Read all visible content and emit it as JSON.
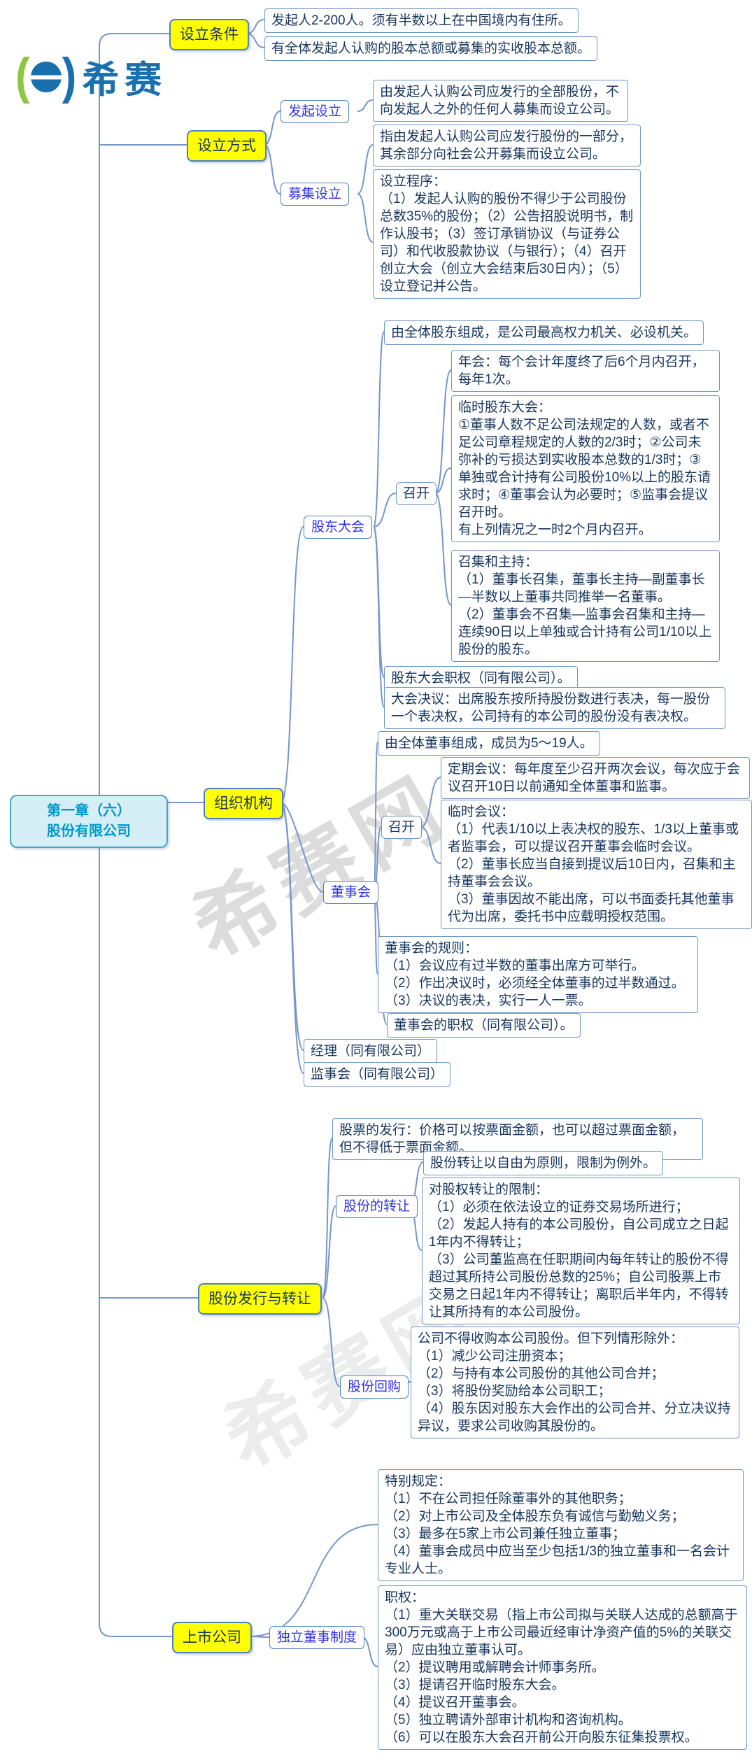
{
  "brand": {
    "name": "希赛",
    "mark": "e"
  },
  "watermark": "希赛网",
  "colors": {
    "accent_yellow": "#ffff00",
    "node_border_blue": "#4f81bd",
    "leaf_border_blue": "#6e96c5",
    "connector_blue": "#7596c8",
    "text_dark_navy": "#17365d",
    "subtopic_text_blue": "#3232e6",
    "root_fill_cyan": "#d6eef6",
    "root_text_blue": "#0099cc",
    "logo_blue": "#1a6fad",
    "logo_green": "#8dc63f"
  },
  "map": {
    "root": {
      "title": "第一章（六）\n股份有限公司"
    },
    "setup_conditions": {
      "label": "设立条件",
      "note1": "发起人2-200人。须有半数以上在中国境内有住所。",
      "note2": "有全体发起人认购的股本总额或募集的实收股本总额。"
    },
    "setup_methods": {
      "label": "设立方式",
      "sponsor": {
        "label": "发起设立",
        "note": "由发起人认购公司应发行的全部股份，不向发起人之外的任何人募集而设立公司。"
      },
      "raise": {
        "label": "募集设立",
        "note1": "指由发起人认购公司应发行股份的一部分，其余部分向社会公开募集而设立公司。",
        "note2": "设立程序：\n（1）发起人认购的股份不得少于公司股份总数35%的股份；（2）公告招股说明书，制作认股书；（3）签订承销协议（与证券公司）和代收股款协议（与银行）；（4）召开创立大会（创立大会结束后30日内）；（5）设立登记并公告。"
      }
    },
    "organization": {
      "label": "组织机构",
      "shareholders_meeting": {
        "label": "股东大会",
        "composition": "由全体股东组成，是公司最高权力机关、必设机关。",
        "convene": {
          "label": "召开",
          "annual": "年会：每个会计年度终了后6个月内召开，每年1次。",
          "interim": "临时股东大会：\n①董事人数不足公司法规定的人数，或者不足公司章程规定的人数的2/3时；②公司未弥补的亏损达到实收股本总数的1/3时；③单独或合计持有公司股份10%以上的股东请求时；④董事会认为必要时；⑤监事会提议召开时。\n有上列情况之一时2个月内召开。",
          "host": "召集和主持：\n（1）董事长召集，董事长主持—副董事长—半数以上董事共同推举一名董事。\n（2）董事会不召集—监事会召集和主持—连续90日以上单独或合计持有公司1/10以上股份的股东。"
        },
        "powers": "股东大会职权（同有限公司）。",
        "resolution": "大会决议：出席股东按所持股份数进行表决，每一股份一个表决权，公司持有的本公司的股份没有表决权。"
      },
      "board": {
        "label": "董事会",
        "composition": "由全体董事组成，成员为5～19人。",
        "convene": {
          "label": "召开",
          "regular": "定期会议：每年度至少召开两次会议，每次应于会议召开10日以前通知全体董事和监事。",
          "interim": "临时会议：\n（1）代表1/10以上表决权的股东、1/3以上董事或者监事会，可以提议召开董事会临时会议。\n（2）董事长应当自接到提议后10日内，召集和主持董事会会议。\n（3）董事因故不能出席，可以书面委托其他董事代为出席，委托书中应载明授权范围。"
        },
        "rules": "董事会的规则：\n（1）会议应有过半数的董事出席方可举行。\n（2）作出决议时，必须经全体董事的过半数通过。\n（3）决议的表决，实行一人一票。",
        "powers": "董事会的职权（同有限公司）。"
      },
      "manager": "经理（同有限公司）",
      "supervisors": "监事会（同有限公司）"
    },
    "shares": {
      "label": "股份发行与转让",
      "issue": "股票的发行：价格可以按票面金额，也可以超过票面金额，但不得低于票面金额。",
      "transfer": {
        "label": "股份的转让",
        "principle": "股份转让以自由为原则，限制为例外。",
        "limits": "对股权转让的限制：\n（1）必须在依法设立的证券交易场所进行；\n（2）发起人持有的本公司股份，自公司成立之日起1年内不得转让；\n（3）公司董监高在任职期间内每年转让的股份不得超过其所持公司股份总数的25%；自公司股票上市交易之日起1年内不得转让；离职后半年内，不得转让其所持有的本公司股份。"
      },
      "buyback": {
        "label": "股份回购",
        "note": "公司不得收购本公司股份。但下列情形除外：\n（1）减少公司注册资本；\n（2）与持有本公司股份的其他公司合并；\n（3）将股份奖励给本公司职工；\n（4）股东因对股东大会作出的公司合并、分立决议持异议，要求公司收购其股份的。"
      }
    },
    "listed": {
      "label": "上市公司",
      "special": "特别规定：\n（1）不在公司担任除董事外的其他职务；\n（2）对上市公司及全体股东负有诚信与勤勉义务；\n（3）最多在5家上市公司兼任独立董事；\n（4）董事会成员中应当至少包括1/3的独立董事和一名会计专业人士。",
      "independent_director": {
        "label": "独立董事制度",
        "powers": "职权：\n（1）重大关联交易（指上市公司拟与关联人达成的总额高于300万元或高于上市公司最近经审计净资产值的5%的关联交易）应由独立董事认可。\n（2）提议聘用或解聘会计师事务所。\n（3）提请召开临时股东大会。\n（4）提议召开董事会。\n（5）独立聘请外部审计机构和咨询机构。\n（6）可以在股东大会召开前公开向股东征集投票权。"
      }
    }
  }
}
